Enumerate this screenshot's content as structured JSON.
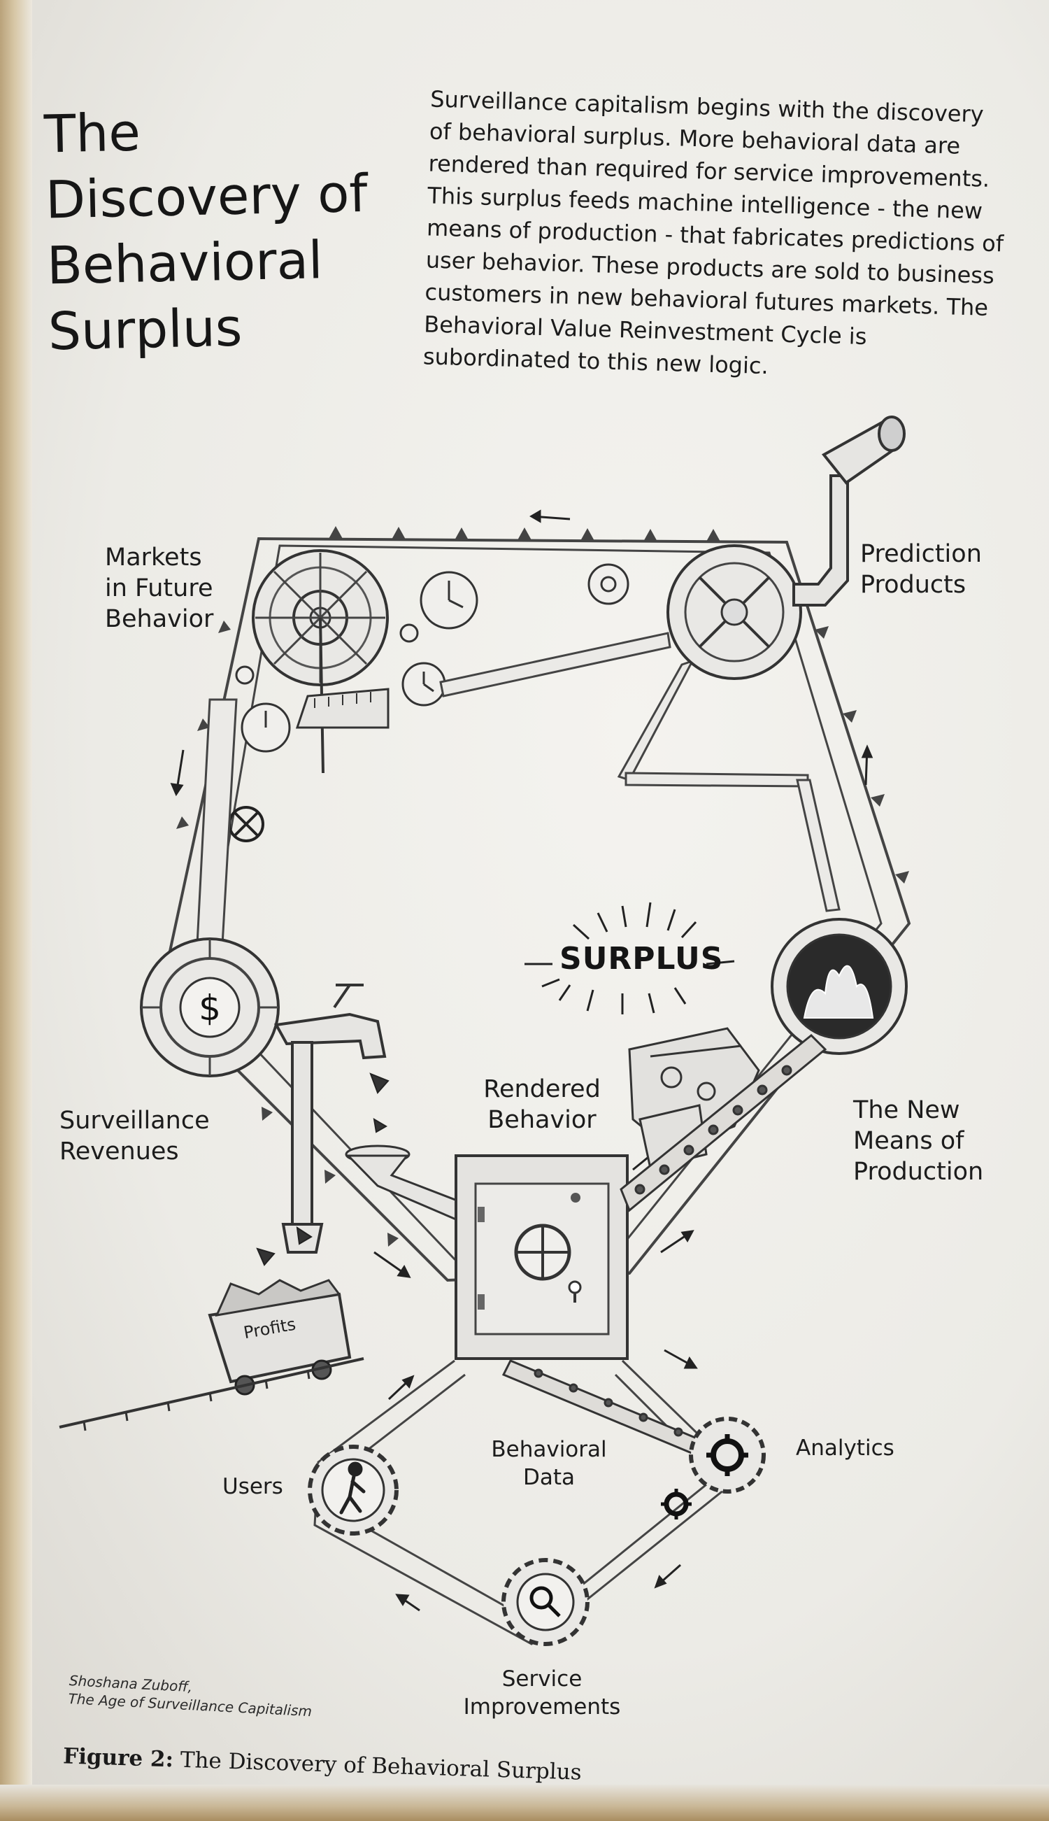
{
  "title": "The Discovery of Behavioral Surplus",
  "intro": "Surveillance capitalism begins with the discovery of behavioral surplus. More behavioral data are rendered than required for service improvements. This surplus feeds machine intelligence - the new means of production - that fabricates predictions of user behavior. These products are sold to business customers in new behavioral futures markets. The Behavioral Value Reinvestment Cycle is subordinated to this new logic.",
  "labels": {
    "markets": "Markets in Future Behavior",
    "prediction": "Prediction Products",
    "surplus": "SURPLUS",
    "rendered": "Rendered Behavior",
    "revenues": "Surveillance Revenues",
    "means": "The New Means of Production",
    "profits": "Profits",
    "users": "Users",
    "behavioral_data": "Behavioral Data",
    "analytics": "Analytics",
    "service": "Service Improvements"
  },
  "icons": {
    "dollar": "$",
    "flow_arrows": "arrow-icon",
    "gears": "gear-icon",
    "clocks": "clock-icon",
    "fire": "fire-icon",
    "safe": "safe-icon",
    "faucet": "faucet-icon",
    "user": "walking-person-icon",
    "magnifier": "magnifier-icon"
  },
  "credit": {
    "author": "Shoshana Zuboff,",
    "work": "The Age of Surveillance Capitalism"
  },
  "caption": {
    "prefix": "Figure 2:",
    "text": "The Discovery of Behavioral Surplus"
  },
  "colors": {
    "ink": "#1e1e1e",
    "paper": "#efede8",
    "pencil": "#4a4a52"
  }
}
